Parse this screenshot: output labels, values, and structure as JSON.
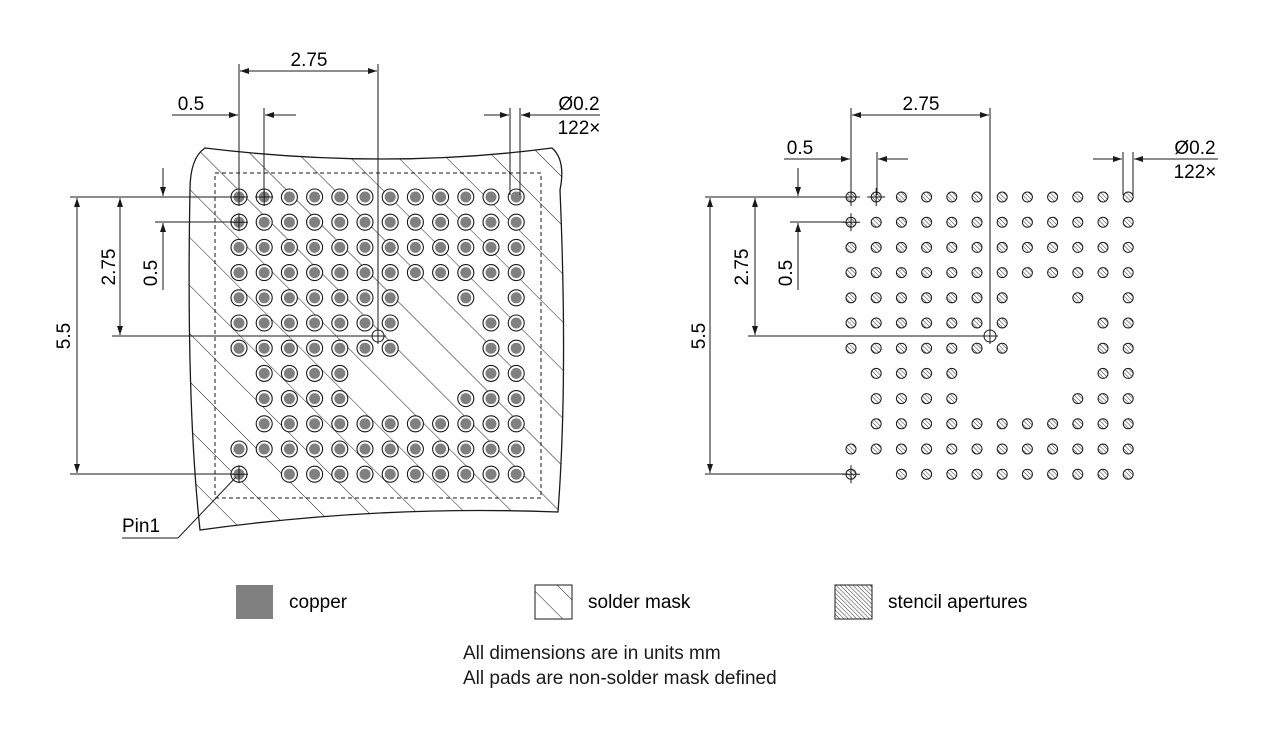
{
  "left_view": {
    "dim_pitch_h": "0.5",
    "dim_half_h": "2.75",
    "dim_pitch_v": "0.5",
    "dim_half_v": "2.75",
    "dim_full_v": "5.5",
    "dim_diameter": "Ø0.2",
    "dim_count": "122×",
    "pin1_label": "Pin1"
  },
  "right_view": {
    "dim_pitch_h": "0.5",
    "dim_half_h": "2.75",
    "dim_pitch_v": "0.5",
    "dim_half_v": "2.75",
    "dim_full_v": "5.5",
    "dim_diameter": "Ø0.2",
    "dim_count": "122×"
  },
  "grid": {
    "rows": [
      "111111111111",
      "111111111111",
      "111111111111",
      "111111111111",
      "111111100101",
      "111111100011",
      "111111100011",
      "011110000011",
      "011110000111",
      "011111111111",
      "111111111111",
      "101111111111"
    ]
  },
  "legend": {
    "copper": "copper",
    "solder_mask": "solder mask",
    "stencil": "stencil apertures"
  },
  "notes": {
    "line1": "All dimensions are in units mm",
    "line2": "All pads are non-solder mask defined"
  },
  "colors": {
    "line": "#1a1a1a",
    "copper": "#808080",
    "hatch": "#1a1a1a"
  }
}
